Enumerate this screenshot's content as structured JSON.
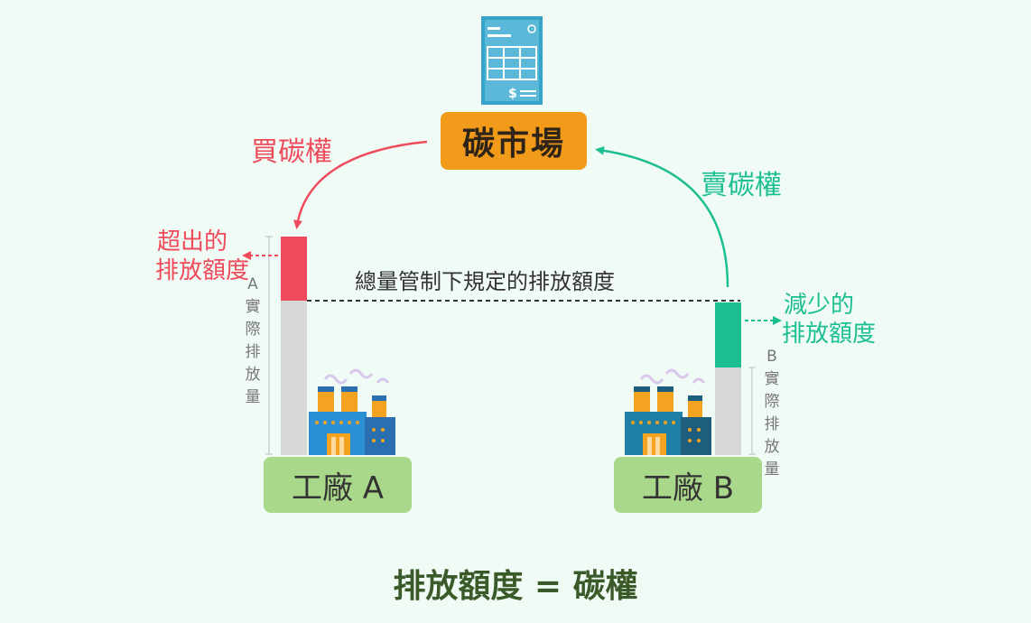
{
  "market": {
    "label": "碳市場",
    "icon": "invoice-icon"
  },
  "flows": {
    "buy_label": "買碳權",
    "sell_label": "賣碳權"
  },
  "cap_label": "總量管制下規定的排放額度",
  "factory_a": {
    "name": "工廠 A",
    "over_label_line1": "超出的",
    "over_label_line2": "排放額度",
    "actual_label": "A實際排放量"
  },
  "factory_b": {
    "name": "工廠 B",
    "under_label_line1": "減少的",
    "under_label_line2": "排放額度",
    "actual_label": "B實際排放量"
  },
  "formula": "排放額度 = 碳權",
  "colors": {
    "background": "#f1fbf5",
    "market": "#f29b1a",
    "factory_box": "#a9d88a",
    "buy_red": "#ef4a5a",
    "sell_green": "#1cbf92",
    "emission_bar": "#d8d8d8",
    "doc_blue": "#36a3c9",
    "factory_blue": "#2a8fd4",
    "chimney_orange": "#f4a321"
  }
}
